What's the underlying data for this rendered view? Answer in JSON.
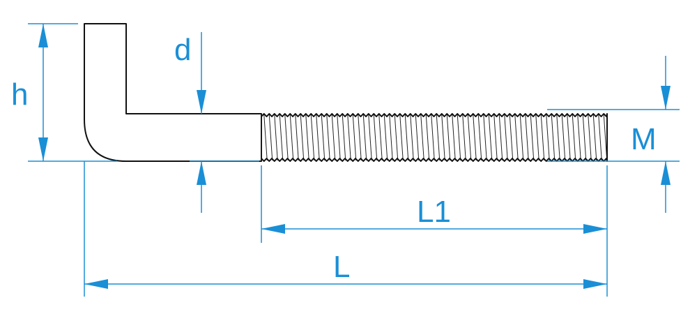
{
  "labels": {
    "h": "h",
    "d": "d",
    "M": "M",
    "L1": "L1",
    "L": "L"
  },
  "colors": {
    "dimension": "#1a8fd6",
    "outline": "#111111",
    "background": "#ffffff"
  }
}
